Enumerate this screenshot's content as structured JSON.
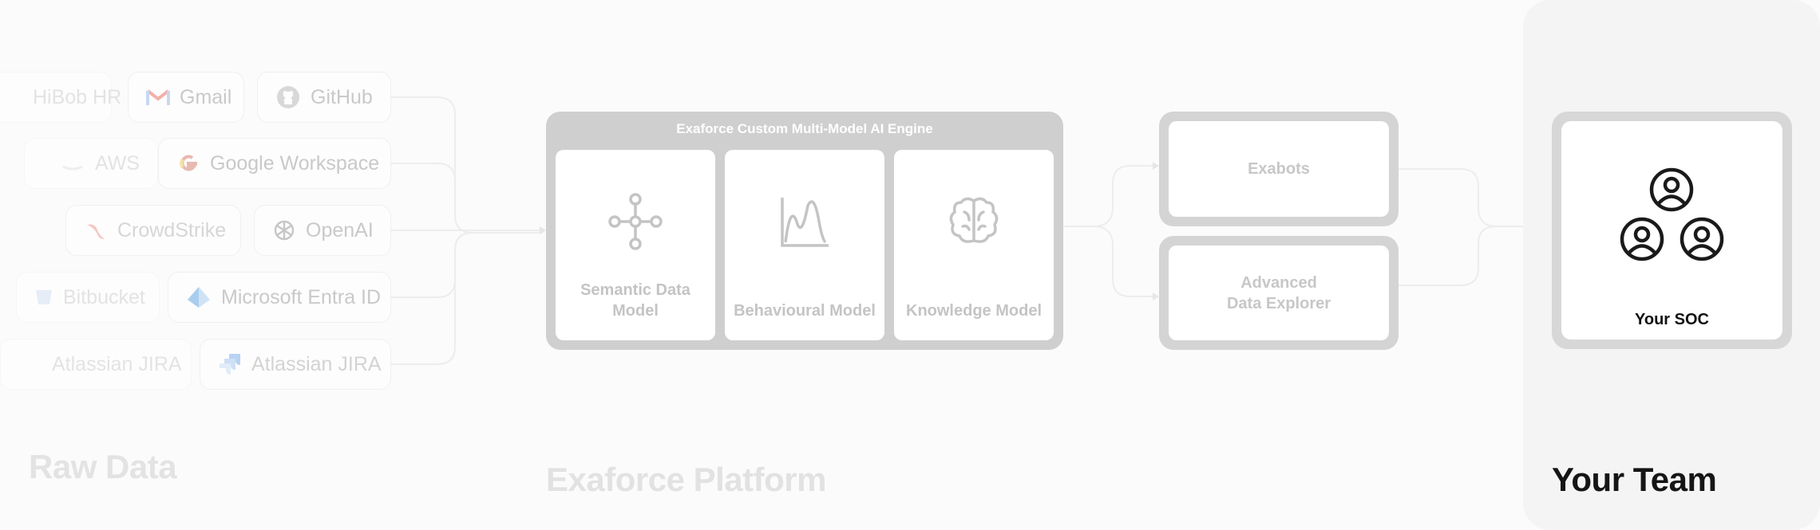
{
  "raw_data": {
    "title": "Raw Data",
    "sources": [
      {
        "label": "HiBob HR",
        "icon": "hr-icon"
      },
      {
        "label": "Gmail",
        "icon": "gmail-icon"
      },
      {
        "label": "GitHub",
        "icon": "github-icon"
      },
      {
        "label": "AWS",
        "icon": "aws-icon"
      },
      {
        "label": "Google Workspace",
        "icon": "google-icon"
      },
      {
        "label": "CrowdStrike",
        "icon": "crowdstrike-icon"
      },
      {
        "label": "OpenAI",
        "icon": "openai-icon"
      },
      {
        "label": "Bitbucket",
        "icon": "bitbucket-icon"
      },
      {
        "label": "Microsoft Entra ID",
        "icon": "entra-icon"
      },
      {
        "label": "Atlassian JIRA",
        "icon": "jira-icon"
      },
      {
        "label": "Atlassian JIRA",
        "icon": "jira-icon"
      }
    ]
  },
  "platform": {
    "title": "Exaforce Platform",
    "engine_title": "Exaforce Custom Multi-Model AI Engine",
    "models": [
      {
        "label": "Semantic Data Model",
        "icon": "graph-network-icon"
      },
      {
        "label": "Behavioural Model",
        "icon": "distribution-chart-icon"
      },
      {
        "label": "Knowledge Model",
        "icon": "brain-icon"
      }
    ],
    "outputs": [
      {
        "label": "Exabots"
      },
      {
        "label": "Advanced Data Explorer"
      }
    ]
  },
  "team": {
    "title": "Your Team",
    "soc_label": "Your SOC",
    "icon": "team-users-icon"
  },
  "colors": {
    "faded_text": "#c9c9c9",
    "engine_grey": "#cfcfcf",
    "team_bg": "#f4f4f4",
    "dark_text": "#111111"
  }
}
